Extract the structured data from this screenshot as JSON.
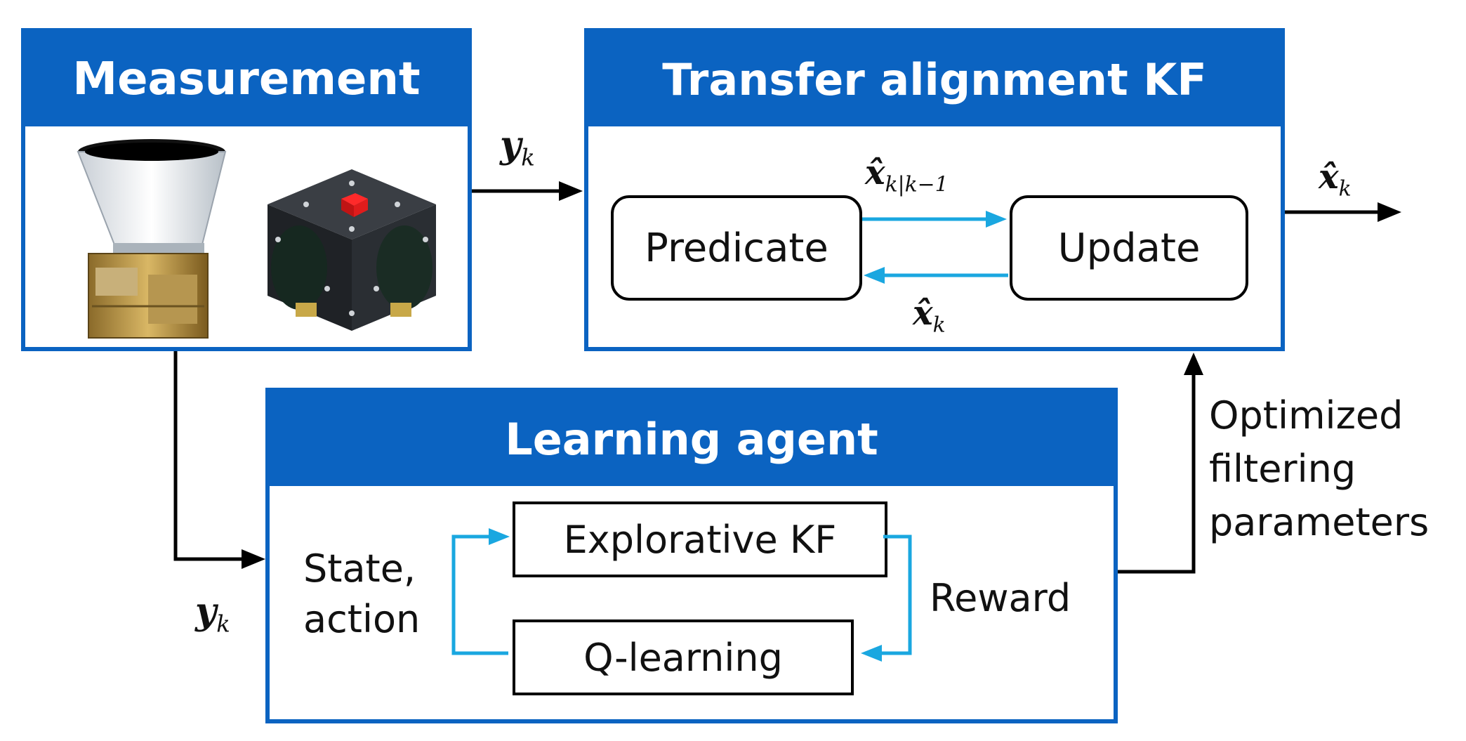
{
  "measurement": {
    "title": "Measurement"
  },
  "kf": {
    "title": "Transfer alignment KF",
    "predicate_label": "Predicate",
    "update_label": "Update"
  },
  "agent": {
    "title": "Learning agent",
    "explorative_label": "Explorative KF",
    "qlearning_label": "Q-learning",
    "state_label_line1": "State,",
    "state_label_line2": "action",
    "reward_label": "Reward"
  },
  "output": {
    "optimized_line1": "Optimized",
    "optimized_line2": "filtering",
    "optimized_line3": "parameters"
  },
  "math": {
    "y": "y",
    "k": "k",
    "xhat": "x̂",
    "k_given_km1": "k|k−1"
  },
  "colors": {
    "panel_blue": "#0b63c1",
    "cyan_arrow": "#1aa7e0"
  },
  "icons": [
    "star-tracker-camera-image",
    "imu-cube-image"
  ]
}
